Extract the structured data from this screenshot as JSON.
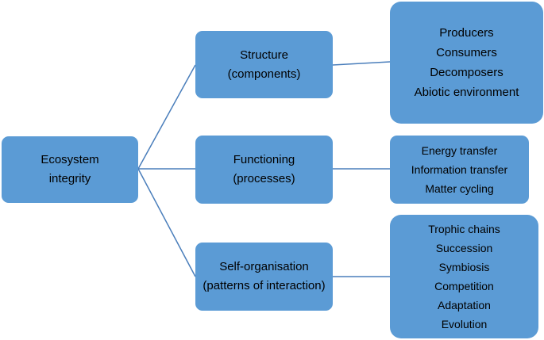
{
  "diagram": {
    "root": {
      "lines": [
        "Ecosystem",
        "integrity"
      ]
    },
    "categories": [
      {
        "label": [
          "Structure",
          "(components)"
        ],
        "details": [
          "Producers",
          "Consumers",
          "Decomposers",
          "Abiotic environment"
        ]
      },
      {
        "label": [
          "Functioning",
          "(processes)"
        ],
        "details": [
          "Energy transfer",
          "Information transfer",
          "Matter cycling"
        ]
      },
      {
        "label": [
          "Self-organisation",
          "(patterns of interaction)"
        ],
        "details": [
          "Trophic chains",
          "Succession",
          "Symbiosis",
          "Competition",
          "Adaptation",
          "Evolution"
        ]
      }
    ]
  },
  "colors": {
    "box_fill": "#5b9bd5",
    "connector": "#4a7ebb",
    "text": "#000000"
  }
}
